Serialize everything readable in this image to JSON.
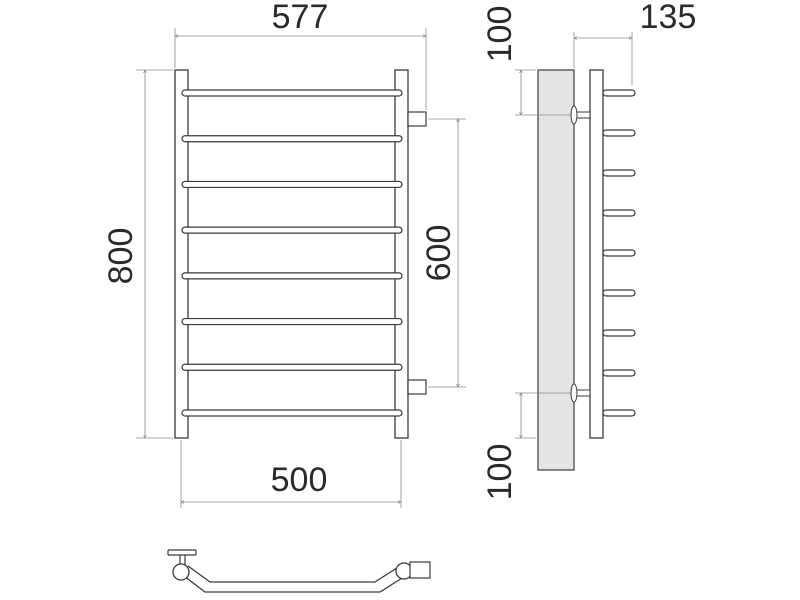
{
  "dimensions": {
    "total_width": "577",
    "total_height": "800",
    "pipe_spacing": "600",
    "inner_width": "500",
    "wall_offset": "135",
    "top_margin": "100",
    "bottom_margin": "100"
  },
  "views": {
    "front": {
      "rung_count": 8
    },
    "side": {
      "stub_count": 9,
      "wall_color": "#e4e4e4"
    },
    "top": {}
  },
  "colors": {
    "line": "#3a3a3a",
    "dim_line": "#8a8a8a",
    "text": "#2a2a2a",
    "wall_fill": "#e4e4e4"
  }
}
